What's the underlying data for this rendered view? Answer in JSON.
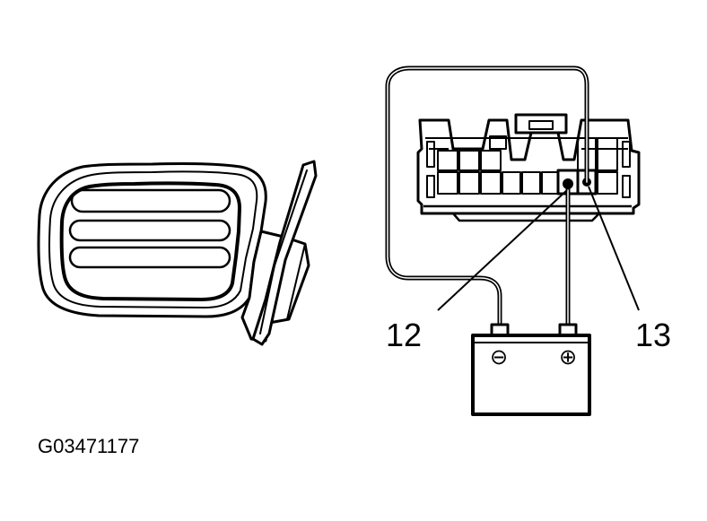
{
  "diagram": {
    "callouts": [
      "12",
      "13"
    ],
    "battery": {
      "negative_symbol": "⊖",
      "positive_symbol": "⊕"
    },
    "figure_id": "G03471177"
  },
  "colors": {
    "ink": "#000000",
    "paper": "#ffffff"
  }
}
